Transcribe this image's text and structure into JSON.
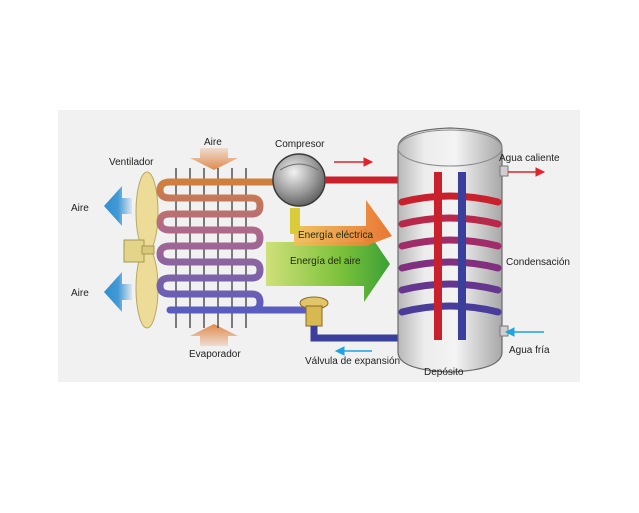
{
  "labels": {
    "air_top": "Aire",
    "compressor": "Compresor",
    "fan": "Ventilador",
    "air_left_top": "Aire",
    "air_left_bottom": "Aire",
    "electric_energy": "Energía eléctrica",
    "air_energy": "Energía del aire",
    "evaporator": "Evaporador",
    "expansion_valve": "Válvula de expansión",
    "tank": "Depósito",
    "hot_water": "Agua caliente",
    "condensation": "Condensación",
    "cold_water": "Agua fría"
  },
  "colors": {
    "hot_pipe": "#c8202c",
    "cold_pipe": "#3a3f9c",
    "tank_body": "#d8d8d8",
    "fan_blade": "#ecdc98",
    "air_arrow_blue": "#2f8fd1",
    "air_arrow_orange": "#e08a4c",
    "energy_green": "#6cba2e",
    "energy_orange": "#e8782a",
    "background_panel": "#f1f1f1",
    "indicator_red": "#e0242c",
    "indicator_blue": "#1ea4e0"
  }
}
